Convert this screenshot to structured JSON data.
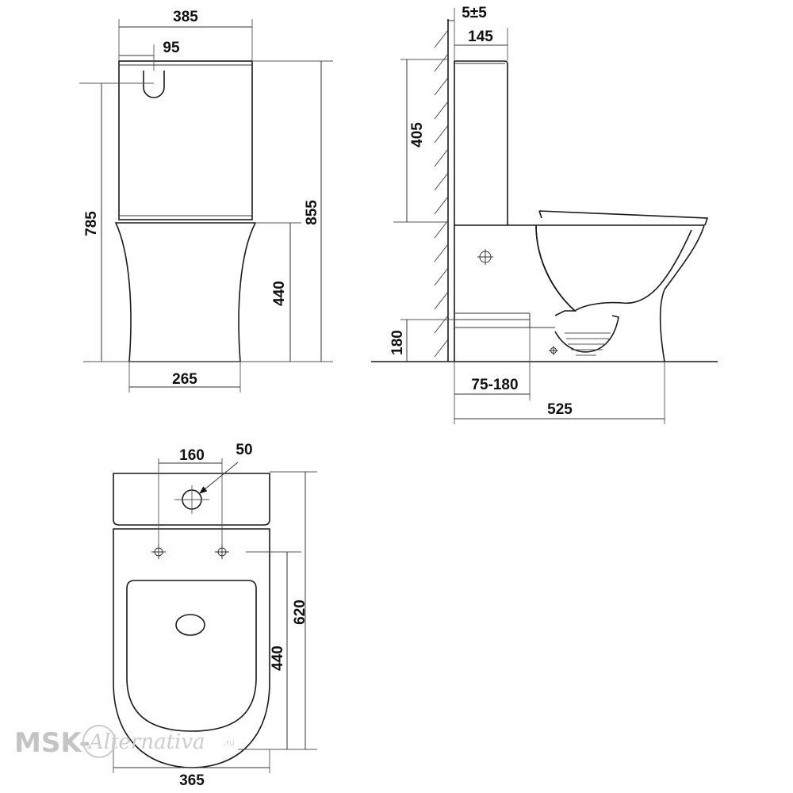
{
  "front_view": {
    "width_top": "385",
    "outlet_offset": "95",
    "height_tank_axis": "785",
    "height_total": "855",
    "height_bowl": "440",
    "base_width": "265"
  },
  "side_view": {
    "wall_gap": "5±5",
    "tank_depth": "145",
    "tank_height": "405",
    "outlet_height": "180",
    "outlet_range": "75-180",
    "total_depth": "525"
  },
  "top_view": {
    "hole_spacing": "160",
    "button_diameter": "50",
    "total_length": "620",
    "bowl_length": "440",
    "width": "365"
  },
  "watermark": {
    "brand_prefix": "MSK-",
    "brand_script": "Alternativa",
    "domain": ".ru"
  }
}
